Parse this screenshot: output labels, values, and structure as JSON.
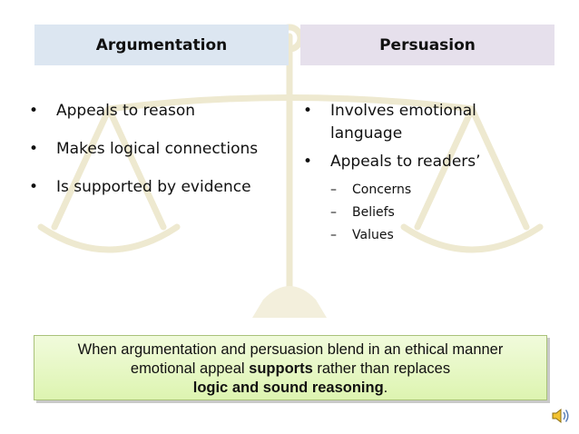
{
  "headers": {
    "left": "Argumentation",
    "right": "Persuasion"
  },
  "left_bullets": [
    "Appeals to reason",
    "Makes logical connections",
    "Is supported by evidence"
  ],
  "right_bullets": {
    "item1": "Involves emotional language",
    "item2": "Appeals to readers’",
    "subitems": [
      "Concerns",
      "Beliefs",
      "Values"
    ]
  },
  "callout": {
    "line1": "When argumentation and persuasion blend in an ethical manner",
    "line2_pre": "emotional appeal ",
    "line2_bold": "supports",
    "line2_post": " rather than replaces",
    "line3_bold": "logic and sound reasoning",
    "line3_post": "."
  },
  "icons": {
    "background": "scales-of-justice-icon",
    "audio": "speaker-icon"
  },
  "colors": {
    "left_header_bg": "#dce6f1",
    "right_header_bg": "#e6e0ec",
    "callout_bg": "#ddf4b0",
    "watermark": "#eee9d0"
  }
}
